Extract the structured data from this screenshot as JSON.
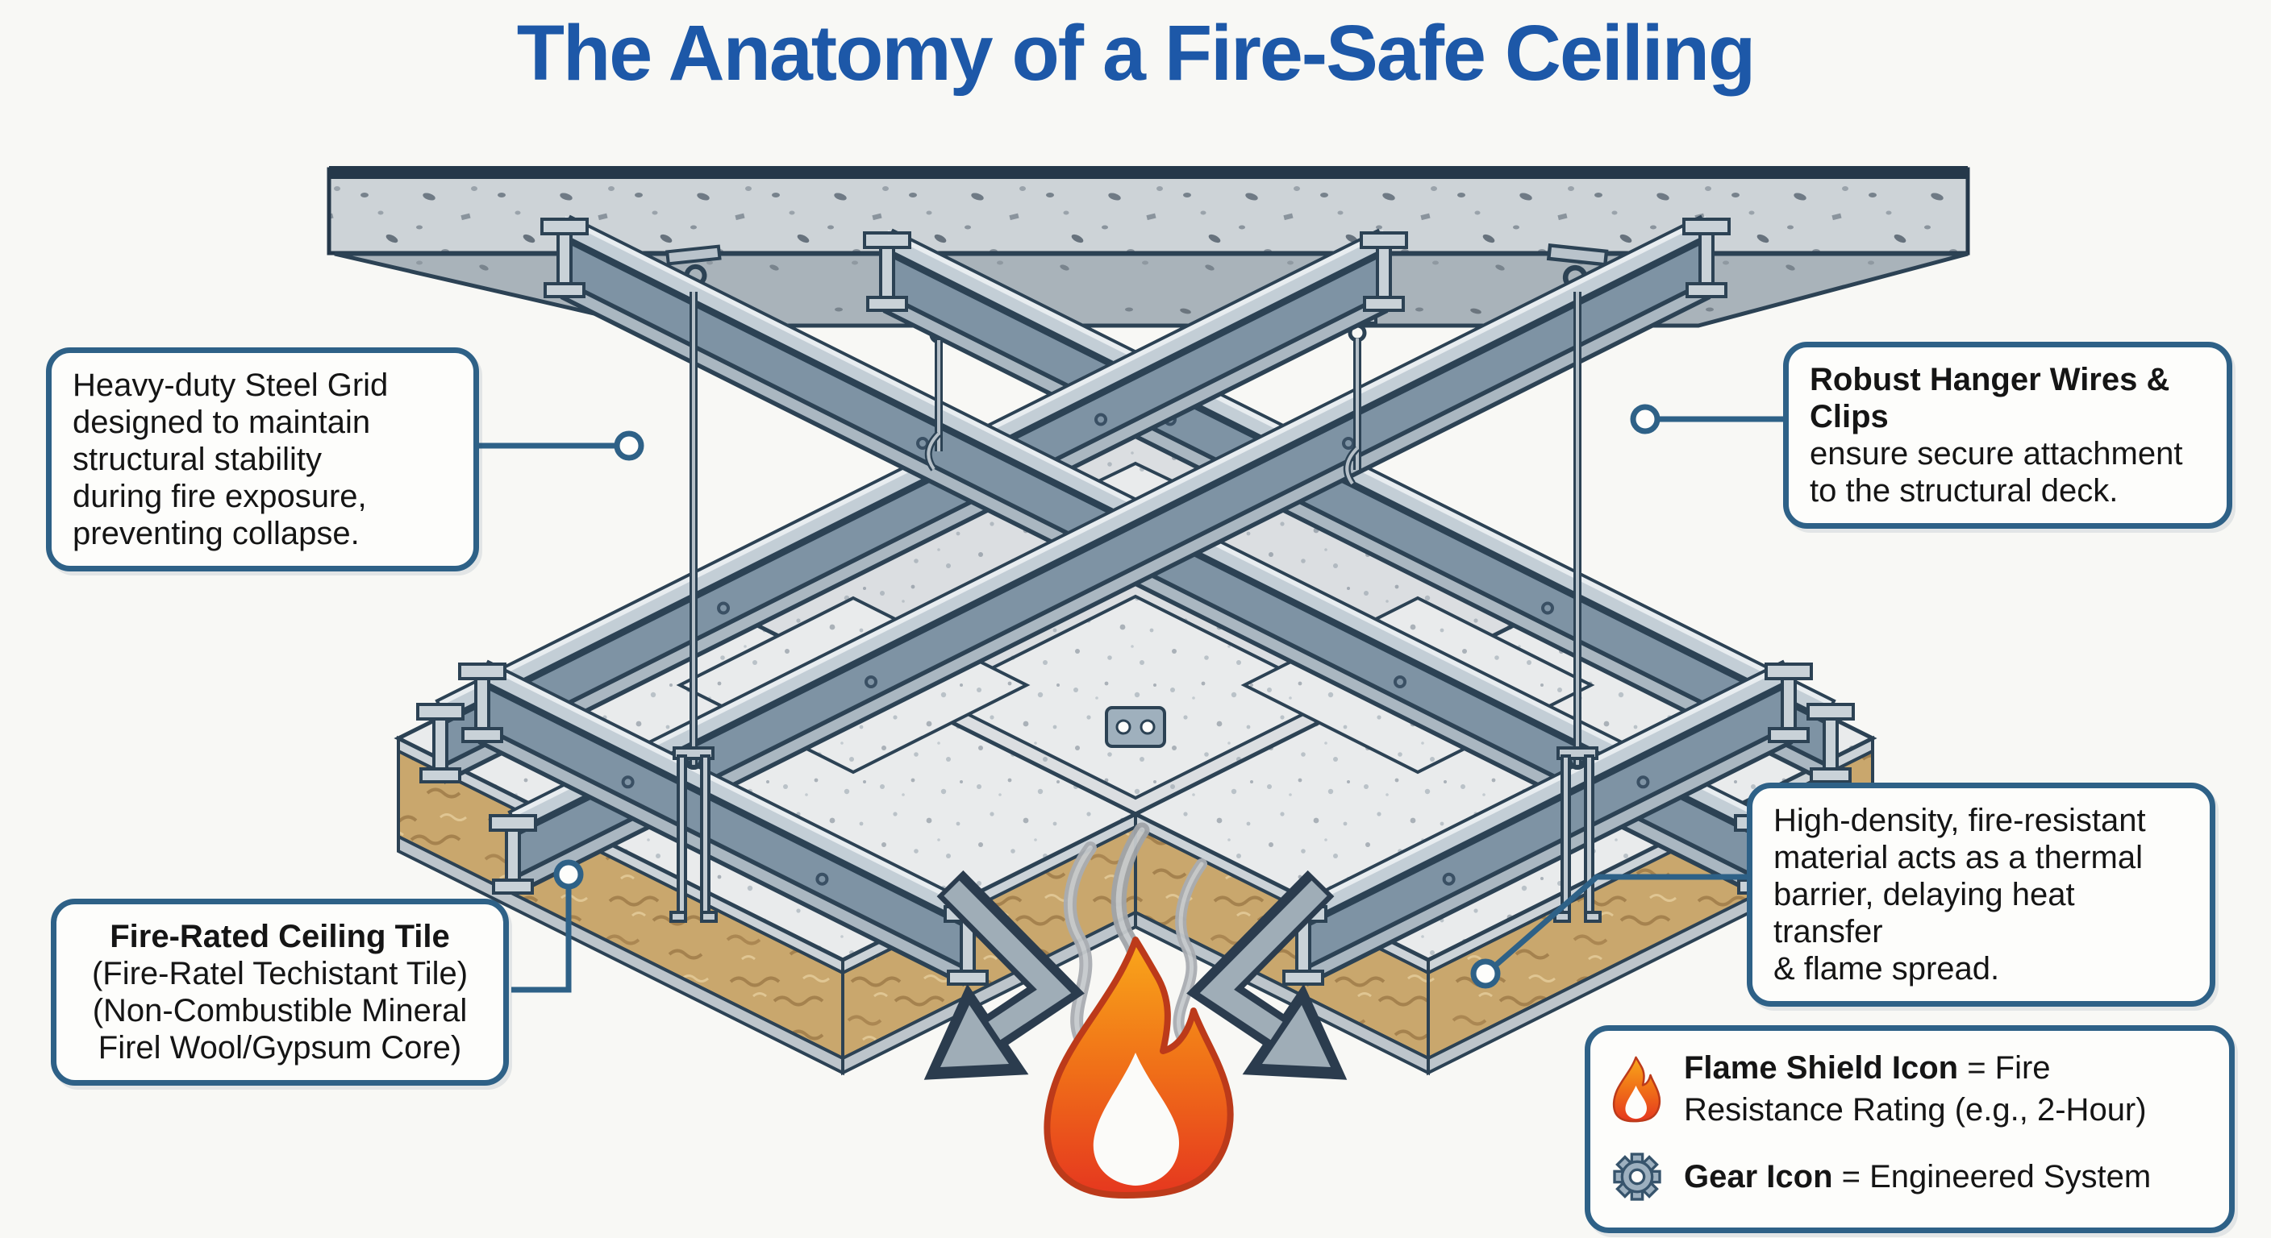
{
  "title": "The Anatomy of a Fire-Safe Ceiling",
  "callouts": {
    "steel_grid": {
      "lines": [
        "Heavy-duty Steel Grid",
        "designed to maintain",
        "structural stability",
        "during fire exposure,",
        "preventing collapse."
      ]
    },
    "hanger_wires": {
      "heading": "Robust Hanger Wires & Clips",
      "lines": [
        "ensure secure attachment",
        "to the structural deck."
      ]
    },
    "ceiling_tile": {
      "heading": "Fire-Rated Ceiling Tile",
      "lines": [
        "(Fire-Ratel Techistant Tile)",
        "(Non-Combustible Mineral",
        "Firel Wool/Gypsum Core)"
      ]
    },
    "fire_resistant_material": {
      "lines": [
        "High-density, fire-resistant",
        "material acts as a thermal",
        "barrier, delaying heat transfer",
        "& flame spread."
      ]
    }
  },
  "legend": {
    "items": [
      {
        "icon": "flame-icon",
        "label": "Flame Shield Icon",
        "rest": " = Fire Resistance Rating (e.g., 2-Hour)"
      },
      {
        "icon": "gear-icon",
        "label": "Gear Icon",
        "rest": " = Engineered System"
      }
    ]
  },
  "colors": {
    "title_blue": "#1d58a8",
    "callout_border": "#2e6187",
    "flame_orange": "#f07018",
    "flame_red": "#e5371f",
    "steel_gray": "#9fb0bd",
    "mineral_wool_tan": "#c9a76d",
    "concrete_gray": "#cdd3d7"
  }
}
